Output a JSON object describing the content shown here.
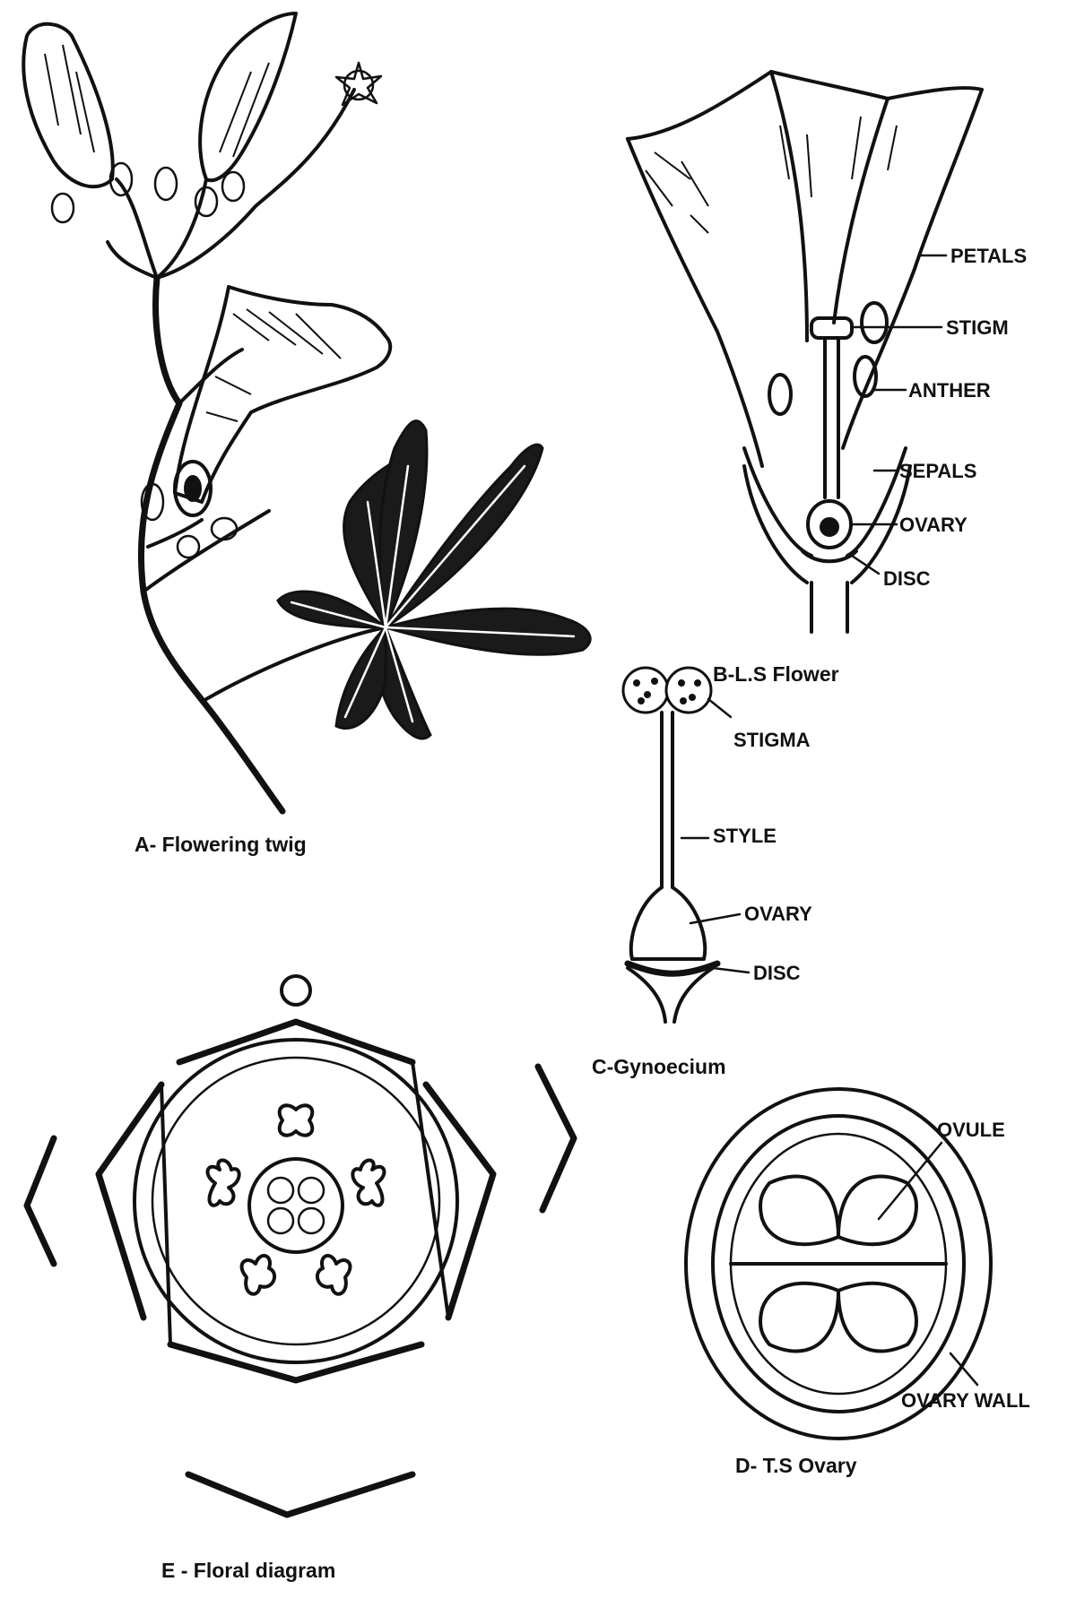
{
  "figure_b": {
    "labels": {
      "petals": "PETALS",
      "stigma": "STIGM",
      "anther": "ANTHER",
      "sepals": "SEPALS",
      "ovary": "OVARY",
      "disc": "DISC"
    },
    "caption": "B-L.S Flower"
  },
  "figure_a": {
    "caption": "A- Flowering twig"
  },
  "figure_c": {
    "labels": {
      "stigma": "STIGMA",
      "style": "STYLE",
      "ovary": "OVARY",
      "disc": "DISC"
    },
    "caption": "C-Gynoecium"
  },
  "figure_d": {
    "labels": {
      "ovule": "OVULE",
      "ovary_wall": "OVARY WALL"
    },
    "caption": "D- T.S Ovary"
  },
  "figure_e": {
    "caption": "E - Floral diagram"
  }
}
